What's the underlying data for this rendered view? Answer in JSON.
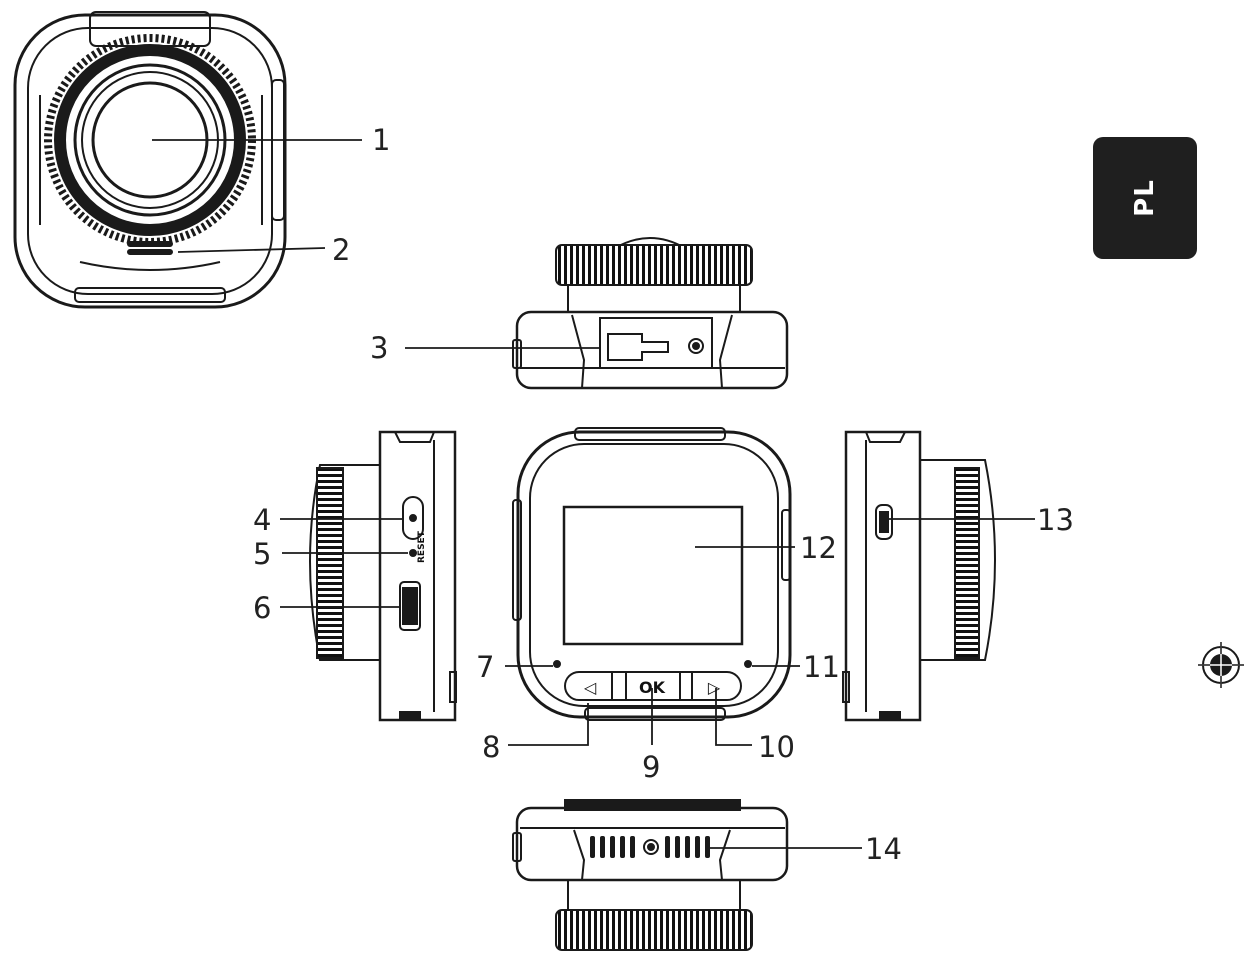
{
  "callouts": [
    {
      "id": "1",
      "label": "1"
    },
    {
      "id": "2",
      "label": "2"
    },
    {
      "id": "3",
      "label": "3"
    },
    {
      "id": "4",
      "label": "4"
    },
    {
      "id": "5",
      "label": "5"
    },
    {
      "id": "6",
      "label": "6"
    },
    {
      "id": "7",
      "label": "7"
    },
    {
      "id": "8",
      "label": "8"
    },
    {
      "id": "9",
      "label": "9"
    },
    {
      "id": "10",
      "label": "10"
    },
    {
      "id": "11",
      "label": "11"
    },
    {
      "id": "12",
      "label": "12"
    },
    {
      "id": "13",
      "label": "13"
    },
    {
      "id": "14",
      "label": "14"
    }
  ],
  "buttons": {
    "left": "◁",
    "ok": "OK",
    "right": "▷"
  },
  "reset_label": "RESET",
  "language_tab": "PL",
  "icons": {
    "registration_mark": "crosshair-target-icon"
  },
  "colors": {
    "line": "#1a1a1a",
    "tab_bg": "#1f1f1f",
    "tab_text": "#ffffff"
  }
}
